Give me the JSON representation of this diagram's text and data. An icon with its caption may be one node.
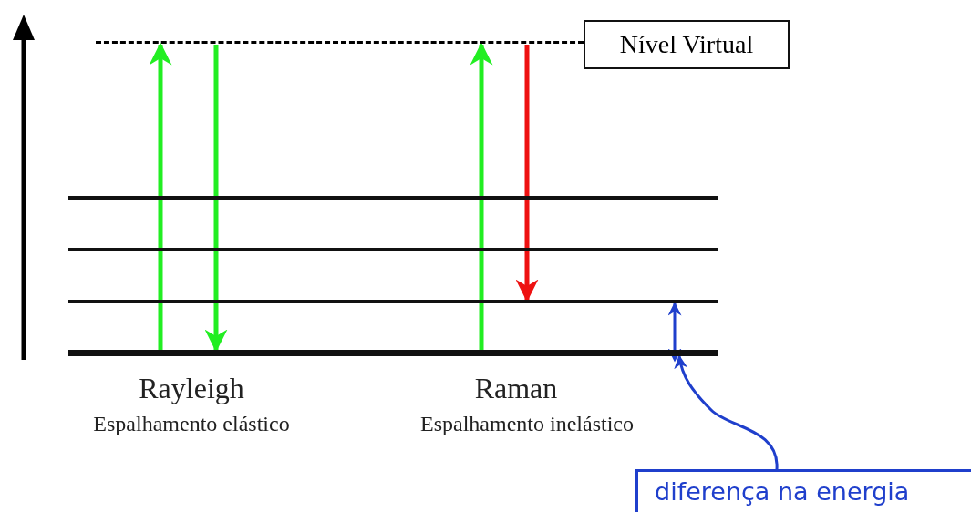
{
  "diagram": {
    "nodes": [
      {
        "text": [
          "Nível Virtual"
        ]
      },
      {
        "text": [],
        "shape": "bar"
      },
      {
        "text": [],
        "shape": "bar"
      },
      {
        "text": [],
        "shape": "bar"
      },
      {
        "text": [],
        "shape": "bar"
      },
      {
        "text": [],
        "shape": "bar"
      },
      {
        "text": [
          "diferença na energia"
        ]
      }
    ],
    "edges": [
      {
        "from": 5,
        "to": 1,
        "arrow": "to"
      },
      {
        "from": 1,
        "to": 5,
        "arrow": "to"
      },
      {
        "from": 5,
        "to": 1,
        "arrow": "to"
      },
      {
        "from": 1,
        "to": 4,
        "arrow": "to",
        "color": "#ee1111"
      },
      {
        "from": 5,
        "to": 4,
        "arrow": "both",
        "color": "#1f3fcc"
      },
      {
        "from": 6,
        "to": 5,
        "arrow": "to",
        "color": "#1f3fcc"
      }
    ],
    "labels": [
      "Rayleigh",
      "Espalhamento elástico",
      "Raman",
      "Espalhamento inelástico"
    ]
  }
}
